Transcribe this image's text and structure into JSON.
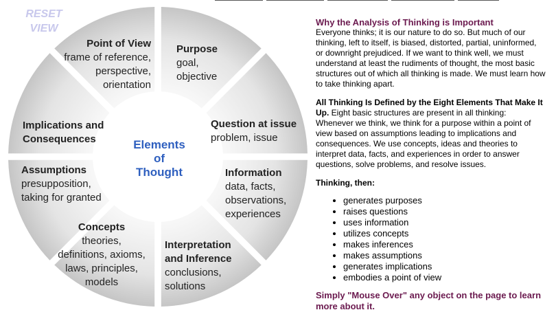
{
  "reset": {
    "line1": "RESET",
    "line2": "VIEW"
  },
  "wheel": {
    "center": [
      "Elements",
      "of",
      "Thought"
    ],
    "segments": [
      {
        "id": "purpose",
        "title": [
          "Purpose"
        ],
        "sub": [
          "goal,",
          "objective"
        ]
      },
      {
        "id": "question",
        "title": [
          "Question at issue"
        ],
        "sub": [
          "problem, issue"
        ]
      },
      {
        "id": "information",
        "title": [
          "Information"
        ],
        "sub": [
          "data, facts,",
          "observations,",
          "experiences"
        ]
      },
      {
        "id": "interpretation",
        "title": [
          "Interpretation",
          "and Inference"
        ],
        "sub": [
          "conclusions,",
          "solutions"
        ]
      },
      {
        "id": "concepts",
        "title": [
          "Concepts"
        ],
        "sub": [
          "theories,",
          "definitions, axioms,",
          "laws, principles,",
          "models"
        ]
      },
      {
        "id": "assumptions",
        "title": [
          "Assumptions"
        ],
        "sub": [
          "presupposition,",
          "taking for granted"
        ]
      },
      {
        "id": "implications",
        "title": [
          "Implications and",
          "Consequences"
        ],
        "sub": []
      },
      {
        "id": "point-of-view",
        "title": [
          "Point of View"
        ],
        "sub": [
          "frame of reference,",
          "perspective,",
          "orientation"
        ]
      }
    ]
  },
  "panel": {
    "heading": "Why the Analysis of Thinking is Important",
    "intro": "Everyone thinks; it is our nature to do so. But much of our thinking, left to itself, is biased, distorted, partial, uninformed, or downright prejudiced. If we want to think well, we must understand at least the rudiments of thought, the most basic structures out of which all thinking is made. We must learn how to take thinking apart.",
    "defined_bold": "All Thinking Is Defined by the Eight Elements That Make It Up.",
    "defined_text": " Eight basic structures are present in all thinking: Whenever we think, we think for a purpose within a point of view based on assumptions leading to implications and consequences. We use concepts, ideas and theories to interpret data, facts, and experiences in order to answer questions, solve problems, and resolve issues.",
    "thinking_then": "Thinking, then:",
    "list": [
      "generates purposes",
      "raises questions",
      "uses information",
      "utilizes concepts",
      "makes inferences",
      "makes assumptions",
      "generates implications",
      "embodies a point of view"
    ],
    "mouse_over": "Simply \"Mouse Over\" any object on the page to learn more about it."
  },
  "colors": {
    "heading": "#6b1a4f",
    "center": "#2e5fbf",
    "reset": "#c8c8ec"
  }
}
